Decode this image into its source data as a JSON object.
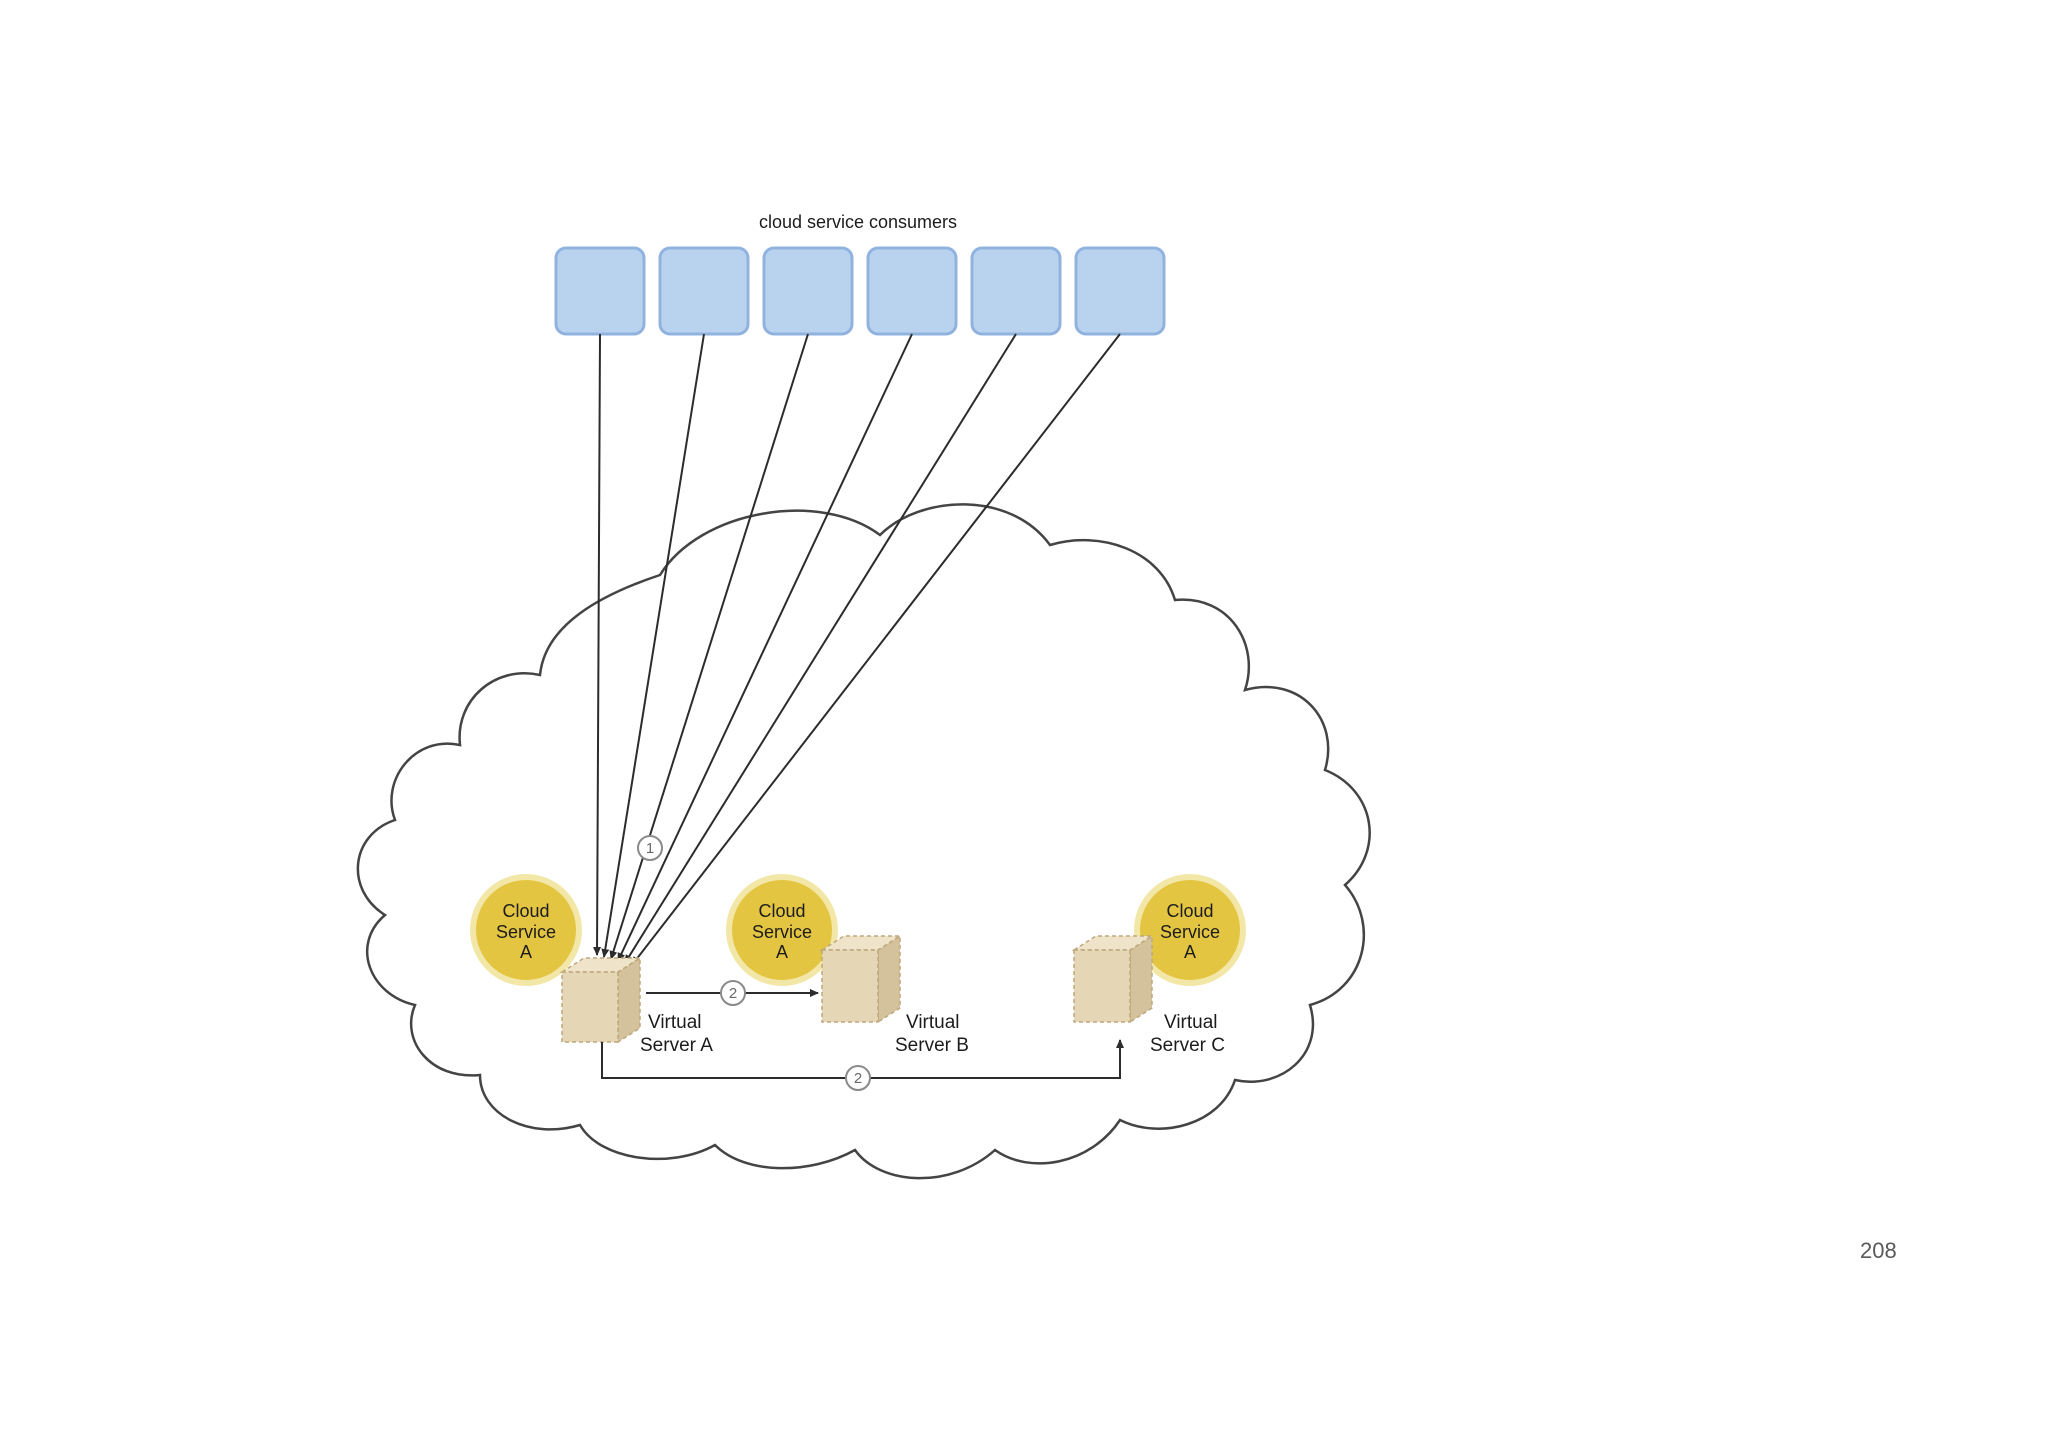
{
  "diagram": {
    "consumers_label": "cloud service consumers",
    "consumer_count": 6,
    "services": [
      {
        "lines": [
          "Cloud",
          "Service",
          "A"
        ]
      },
      {
        "lines": [
          "Cloud",
          "Service",
          "A"
        ]
      },
      {
        "lines": [
          "Cloud",
          "Service",
          "A"
        ]
      }
    ],
    "servers": [
      {
        "lines": [
          "Virtual",
          "Server A"
        ]
      },
      {
        "lines": [
          "Virtual",
          "Server B"
        ]
      },
      {
        "lines": [
          "Virtual",
          "Server C"
        ]
      }
    ],
    "steps": {
      "requests": "1",
      "to_server_b": "2",
      "to_server_c": "2"
    }
  },
  "page_number": "208",
  "colors": {
    "consumer_fill": "#b9d3ef",
    "service_fill": "#e4c542",
    "server_fill": "#e5d6b5"
  }
}
